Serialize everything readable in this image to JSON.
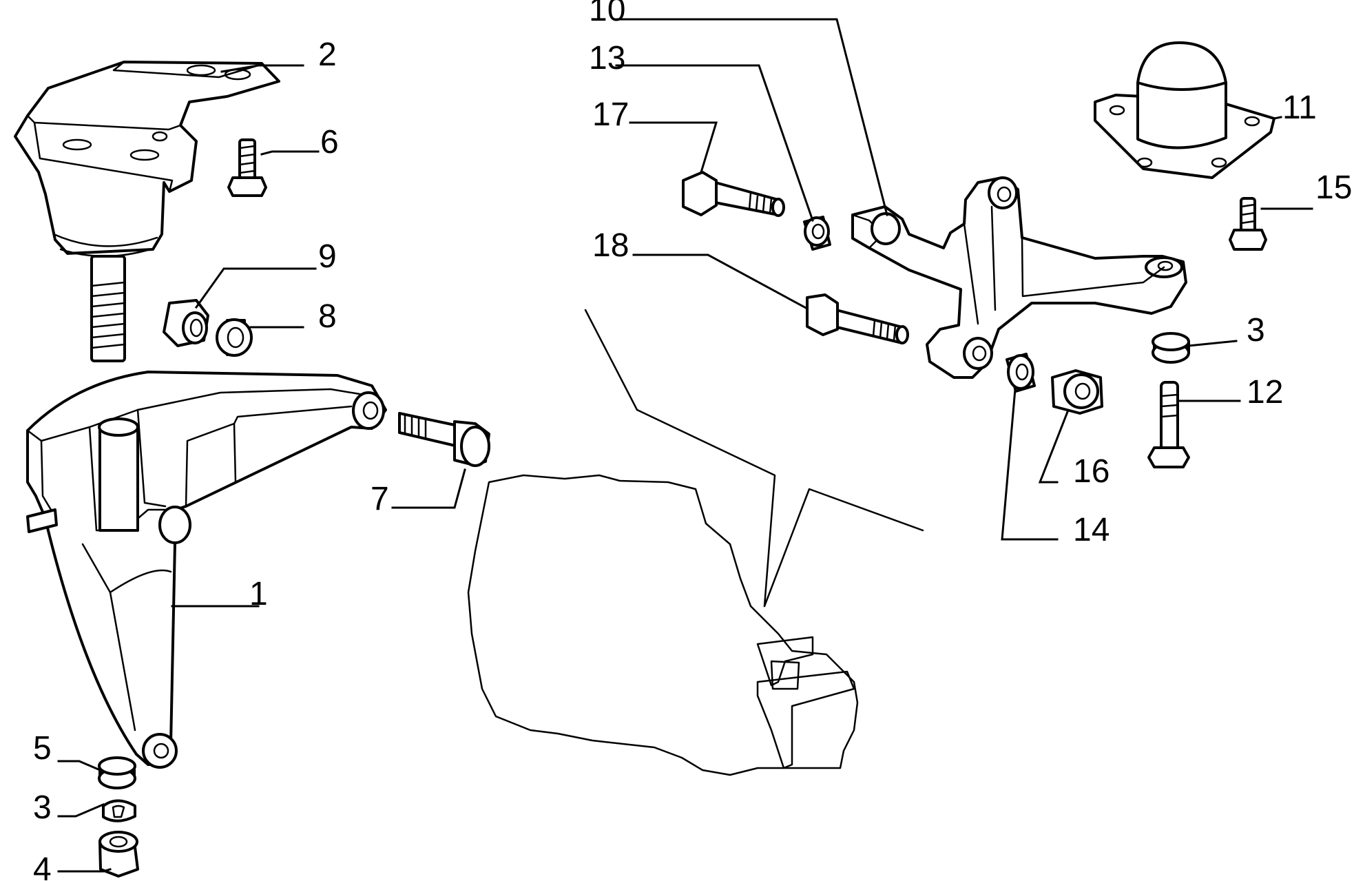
{
  "callouts": {
    "c1": "1",
    "c2": "2",
    "c3a": "3",
    "c3b": "3",
    "c4": "4",
    "c5": "5",
    "c6": "6",
    "c7": "7",
    "c8": "8",
    "c9": "9",
    "c10": "10",
    "c11": "11",
    "c12": "12",
    "c13": "13",
    "c14": "14",
    "c15": "15",
    "c16": "16",
    "c17": "17",
    "c18": "18"
  },
  "colors": {
    "line": "#000000",
    "background": "#ffffff"
  }
}
